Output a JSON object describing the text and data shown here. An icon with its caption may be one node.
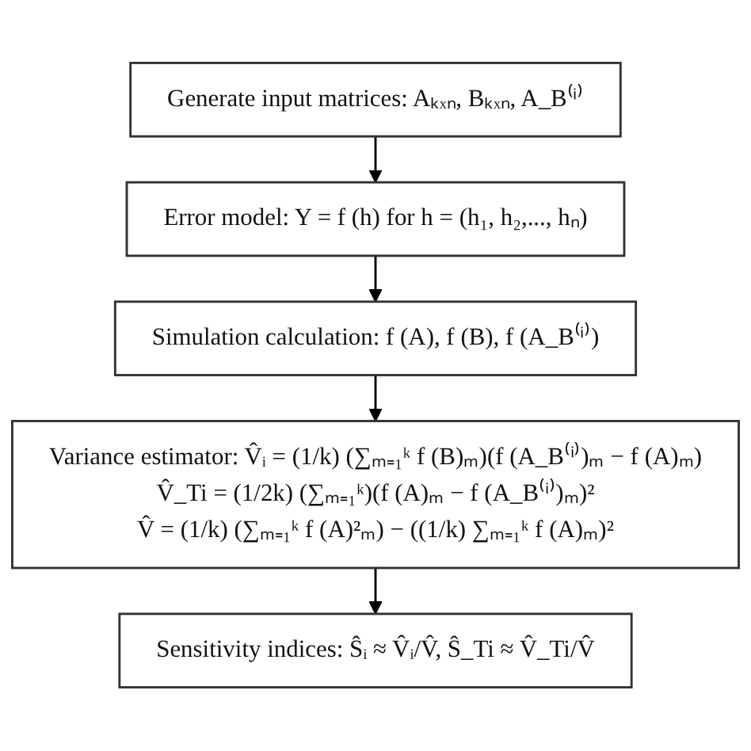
{
  "diagram": {
    "nodes": [
      {
        "text": [
          "Generate input matrices: Aₖₓₙ, Bₖₓₙ, A_B⁽ⁱ⁾"
        ]
      },
      {
        "text": [
          "Error model: Y = f (h) for h = (h₁, h₂,..., hₙ)"
        ]
      },
      {
        "text": [
          "Simulation calculation: f (A), f (B), f (A_B⁽ⁱ⁾)"
        ]
      },
      {
        "text": [
          "Variance estimator: V̂ᵢ = (1/k) (∑ₘ₌₁ᵏ f (B)ₘ)(f (A_B⁽ⁱ⁾)ₘ − f (A)ₘ)",
          "V̂_Ti = (1/2k) (∑ₘ₌₁ᵏ)(f (A)ₘ − f (A_B⁽ⁱ⁾)ₘ)²",
          "V̂ = (1/k) (∑ₘ₌₁ᵏ f (A)²ₘ) − ((1/k) ∑ₘ₌₁ᵏ f (A)ₘ)²"
        ]
      },
      {
        "text": [
          "Sensitivity indices: Ŝᵢ ≈ V̂ᵢ/V̂, Ŝ_Ti ≈ V̂_Ti/V̂"
        ]
      }
    ],
    "edges": [
      {
        "from": 0,
        "to": 1,
        "arrow": "to"
      },
      {
        "from": 1,
        "to": 2,
        "arrow": "to"
      },
      {
        "from": 2,
        "to": 3,
        "arrow": "to"
      },
      {
        "from": 3,
        "to": 4,
        "arrow": "to"
      }
    ]
  }
}
